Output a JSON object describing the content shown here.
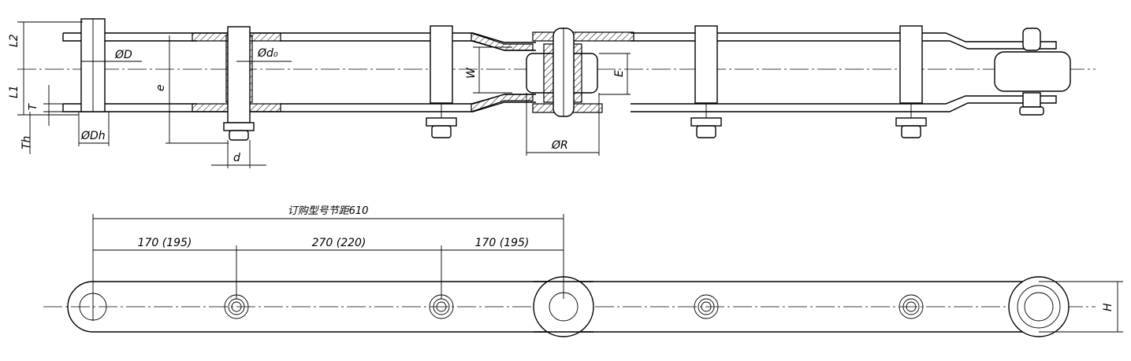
{
  "title": "订购型号节距610",
  "pitch_dimensions": [
    "170 (195)",
    "270 (220)",
    "170 (195)"
  ],
  "labels": {
    "L2": "L2",
    "L1": "L1",
    "T": "T",
    "Th": "Th",
    "D": "ØD",
    "Dh": "ØDh",
    "d0": "Ød₀",
    "d": "d",
    "e": "e",
    "W": "W",
    "E": "E",
    "R": "ØR",
    "H": "H"
  }
}
